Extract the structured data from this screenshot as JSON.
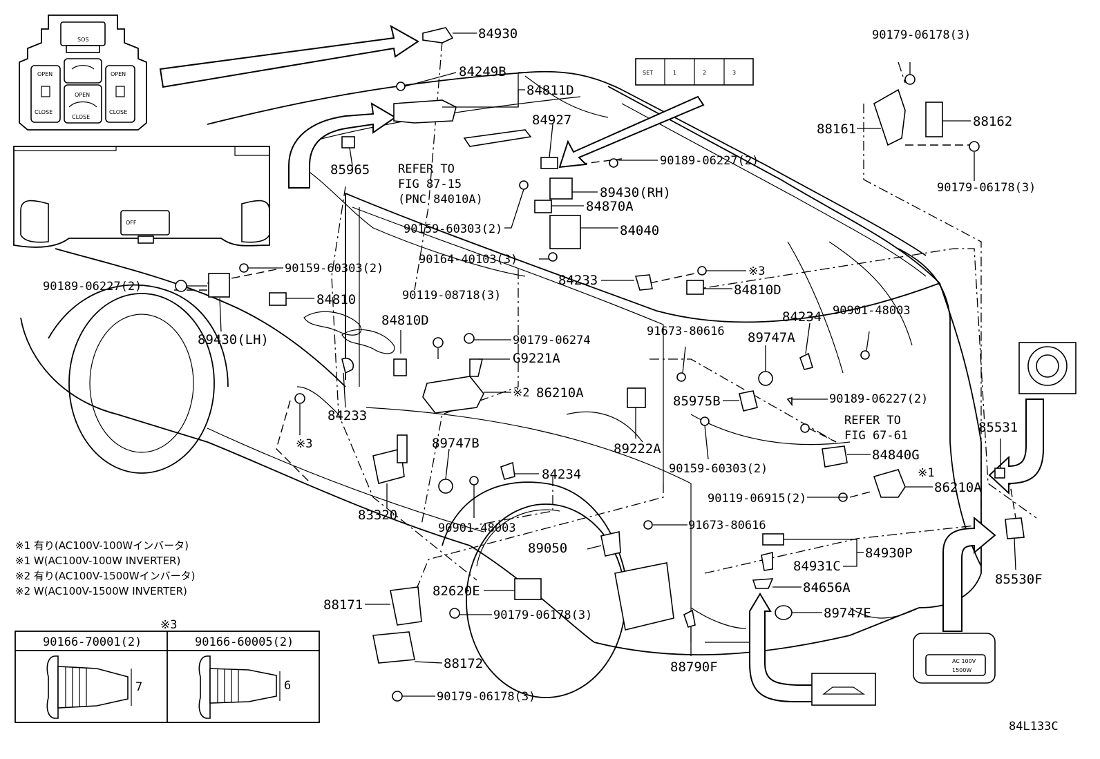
{
  "diagram_code": "84L133C",
  "switch_panel": {
    "sos": "SOS",
    "open_left": "OPEN",
    "close_left": "CLOSE",
    "open_right": "OPEN",
    "close_right": "CLOSE",
    "open_center": "OPEN",
    "close_center": "CLOSE"
  },
  "console_panel": {
    "off": "OFF"
  },
  "memory_panel": {
    "set": "SET",
    "m1": "1",
    "m2": "2",
    "m3": "3"
  },
  "inverter_panel": {
    "line1": "AC 100V",
    "line2": "1500W"
  },
  "refer": {
    "a_line1": "REFER TO",
    "a_line2": "FIG 87-15",
    "a_line3": "(PNC 84010A)",
    "b_line1": "REFER TO",
    "b_line2": "FIG 67-61"
  },
  "labels": {
    "p84930": "84930",
    "p84249B": "84249B",
    "p84811D": "84811D",
    "p84927": "84927",
    "p85965": "85965",
    "p90189_a": "90189-06227(2)",
    "p89430RH": "89430(RH)",
    "p84870A": "84870A",
    "p90159_a": "90159-60303(2)",
    "p84040": "84040",
    "p90164": "90164-40103(3)",
    "p84233_a": "84233",
    "p3mark_a": "※3",
    "p84810D_a": "84810D",
    "p90159_b": "90159-60303(2)",
    "p90189_b": "90189-06227(2)",
    "p84810": "84810",
    "p90119_a": "90119-08718(3)",
    "p89430LH": "89430(LH)",
    "p84810D_b": "84810D",
    "p90179_b": "90179-06274",
    "pG9221A": "G9221A",
    "p86210A_a": "86210A",
    "p2mark": "※2",
    "p84233_b": "84233",
    "p3mark_b": "※3",
    "p89747B": "89747B",
    "p84234_a": "84234",
    "p83320": "83320",
    "p90901_a": "90901-48003",
    "p91673_a": "91673-80616",
    "p89747A": "89747A",
    "p84234_b": "84234",
    "p90901_b": "90901-48003",
    "p85975B": "85975B",
    "p90189_c": "90189-06227(2)",
    "p89222A": "89222A",
    "p90159_c": "90159-60303(2)",
    "p84840G": "84840G",
    "p85531": "85531",
    "p1mark": "※1",
    "p86210A_b": "86210A",
    "p90119_b": "90119-06915(2)",
    "p91673_b": "91673-80616",
    "p89050": "89050",
    "p84930P": "84930P",
    "p84931C": "84931C",
    "p84656A": "84656A",
    "p89747E": "89747E",
    "p82620E": "82620E",
    "p88171": "88171",
    "p90179_c": "90179-06178(3)",
    "p88172": "88172",
    "p90179_d": "90179-06178(3)",
    "p88790F": "88790F",
    "p85530F": "85530F",
    "p90179_e": "90179-06178(3)",
    "p88161": "88161",
    "p88162": "88162",
    "p90179_f": "90179-06178(3)"
  },
  "notes": [
    "※1 有り(AC100V-100Wインバータ)",
    "※1 W(AC100V-100W INVERTER)",
    "※2 有り(AC100V-1500Wインバータ)",
    "※2 W(AC100V-1500W INVERTER)"
  ],
  "screw_table": {
    "mark": "※3",
    "col1": "90166-70001(2)",
    "col2": "90166-60005(2)",
    "dim1": "7",
    "dim2": "6"
  }
}
